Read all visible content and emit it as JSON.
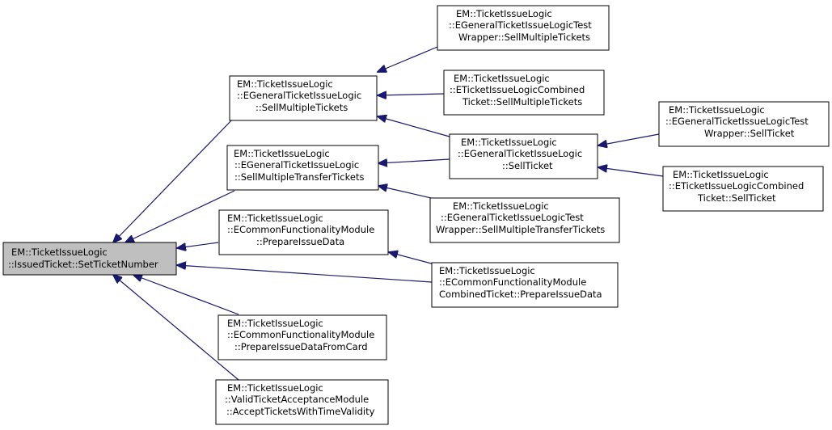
{
  "colors": {
    "edge": "#191970",
    "node_border": "#000000",
    "node_fill": "#ffffff",
    "root_fill": "#bfbfbf"
  },
  "nodes": {
    "root": [
      "EM::TicketIssueLogic",
      "::IssuedTicket::SetTicketNumber"
    ],
    "general_sell_multiple": [
      "EM::TicketIssueLogic",
      "::EGeneralTicketIssueLogic",
      "::SellMultipleTickets"
    ],
    "test_wrapper_sell_multiple": [
      "EM::TicketIssueLogic",
      "::EGeneralTicketIssueLogicTest",
      "Wrapper::SellMultipleTickets"
    ],
    "combined_sell_multiple": [
      "EM::TicketIssueLogic",
      "::ETicketIssueLogicCombined",
      "Ticket::SellMultipleTickets"
    ],
    "general_sell_ticket": [
      "EM::TicketIssueLogic",
      "::EGeneralTicketIssueLogic",
      "::SellTicket"
    ],
    "test_wrapper_sell_ticket": [
      "EM::TicketIssueLogic",
      "::EGeneralTicketIssueLogicTest",
      "Wrapper::SellTicket"
    ],
    "combined_sell_ticket": [
      "EM::TicketIssueLogic",
      "::ETicketIssueLogicCombined",
      "Ticket::SellTicket"
    ],
    "general_sell_transfer": [
      "EM::TicketIssueLogic",
      "::EGeneralTicketIssueLogic",
      "::SellMultipleTransferTickets"
    ],
    "test_wrapper_sell_transfer": [
      "EM::TicketIssueLogic",
      "::EGeneralTicketIssueLogicTest",
      "Wrapper::SellMultipleTransferTickets"
    ],
    "common_prepare_issue": [
      "EM::TicketIssueLogic",
      "::ECommonFunctionalityModule",
      "::PrepareIssueData"
    ],
    "common_combined_prepare_issue": [
      "EM::TicketIssueLogic",
      "::ECommonFunctionalityModule",
      "CombinedTicket::PrepareIssueData"
    ],
    "common_prepare_from_card": [
      "EM::TicketIssueLogic",
      "::ECommonFunctionalityModule",
      "::PrepareIssueDataFromCard"
    ],
    "valid_acceptance": [
      "EM::TicketIssueLogic",
      "::ValidTicketAcceptanceModule",
      "::AcceptTicketsWithTimeValidity"
    ]
  },
  "edges": [
    {
      "from": "general_sell_multiple",
      "to": "root"
    },
    {
      "from": "general_sell_transfer",
      "to": "root"
    },
    {
      "from": "common_prepare_issue",
      "to": "root"
    },
    {
      "from": "common_combined_prepare_issue",
      "to": "root"
    },
    {
      "from": "common_prepare_from_card",
      "to": "root"
    },
    {
      "from": "valid_acceptance",
      "to": "root"
    },
    {
      "from": "test_wrapper_sell_multiple",
      "to": "general_sell_multiple"
    },
    {
      "from": "combined_sell_multiple",
      "to": "general_sell_multiple"
    },
    {
      "from": "general_sell_ticket",
      "to": "general_sell_multiple"
    },
    {
      "from": "general_sell_ticket",
      "to": "general_sell_transfer"
    },
    {
      "from": "test_wrapper_sell_transfer",
      "to": "general_sell_transfer"
    },
    {
      "from": "test_wrapper_sell_ticket",
      "to": "general_sell_ticket"
    },
    {
      "from": "combined_sell_ticket",
      "to": "general_sell_ticket"
    },
    {
      "from": "common_combined_prepare_issue",
      "to": "common_prepare_issue"
    }
  ]
}
